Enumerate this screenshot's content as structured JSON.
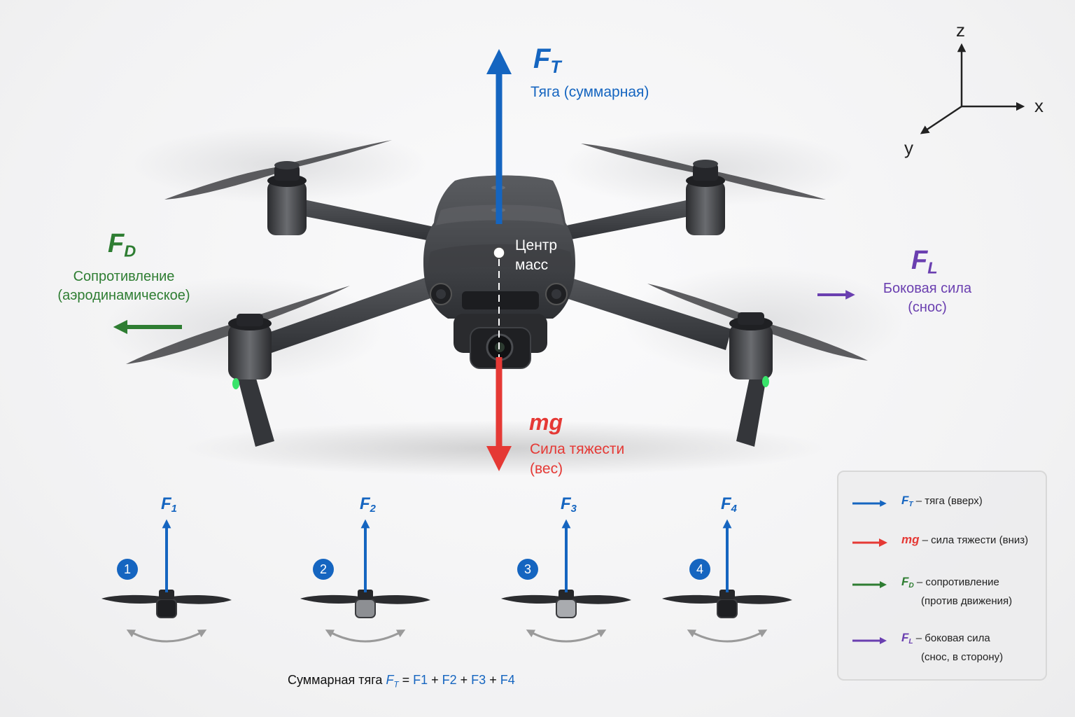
{
  "forces": {
    "thrust": {
      "symbol": "F",
      "sub": "T",
      "desc": "Тяга (суммарная)"
    },
    "drag": {
      "symbol": "F",
      "sub": "D",
      "desc_line1": "Сопротивление",
      "desc_line2": "(аэродинамическое)"
    },
    "lateral": {
      "symbol": "F",
      "sub": "L",
      "desc_line1": "Боковая сила",
      "desc_line2": "(снос)"
    },
    "gravity": {
      "symbol": "mg",
      "desc_line1": "Сила тяжести",
      "desc_line2": "(вес)"
    }
  },
  "center_of_mass": {
    "line1": "Центр",
    "line2": "масс"
  },
  "axes": {
    "z": "z",
    "x": "x",
    "y": "y"
  },
  "rotors": [
    {
      "number": "1",
      "symbol": "F",
      "sub": "1"
    },
    {
      "number": "2",
      "symbol": "F",
      "sub": "2"
    },
    {
      "number": "3",
      "symbol": "F",
      "sub": "3"
    },
    {
      "number": "4",
      "symbol": "F",
      "sub": "4"
    }
  ],
  "formula": {
    "prefix": "Суммарная тяга ",
    "lhs_symbol": "F",
    "lhs_sub": "T",
    "eq": " = ",
    "terms": [
      "F1",
      "F2",
      "F3",
      "F4"
    ],
    "plus": " + "
  },
  "legend": [
    {
      "symbol": "F",
      "sub": "T",
      "line1": "– тяга (вверх)",
      "line2": "",
      "color": "#1565c0"
    },
    {
      "symbol": "mg",
      "sub": "",
      "line1": "– сила тяжести (вниз)",
      "line2": "",
      "color": "#e53935"
    },
    {
      "symbol": "F",
      "sub": "D",
      "line1": "– сопротивление",
      "line2": "(против движения)",
      "color": "#2e7d32"
    },
    {
      "symbol": "F",
      "sub": "L",
      "line1": "– боковая сила",
      "line2": "(снос, в сторону)",
      "color": "#6a3fb0"
    }
  ],
  "colors": {
    "thrust": "#1565c0",
    "gravity": "#e53935",
    "drag": "#2e7d32",
    "lateral": "#6a3fb0",
    "led": "#39e36a"
  }
}
